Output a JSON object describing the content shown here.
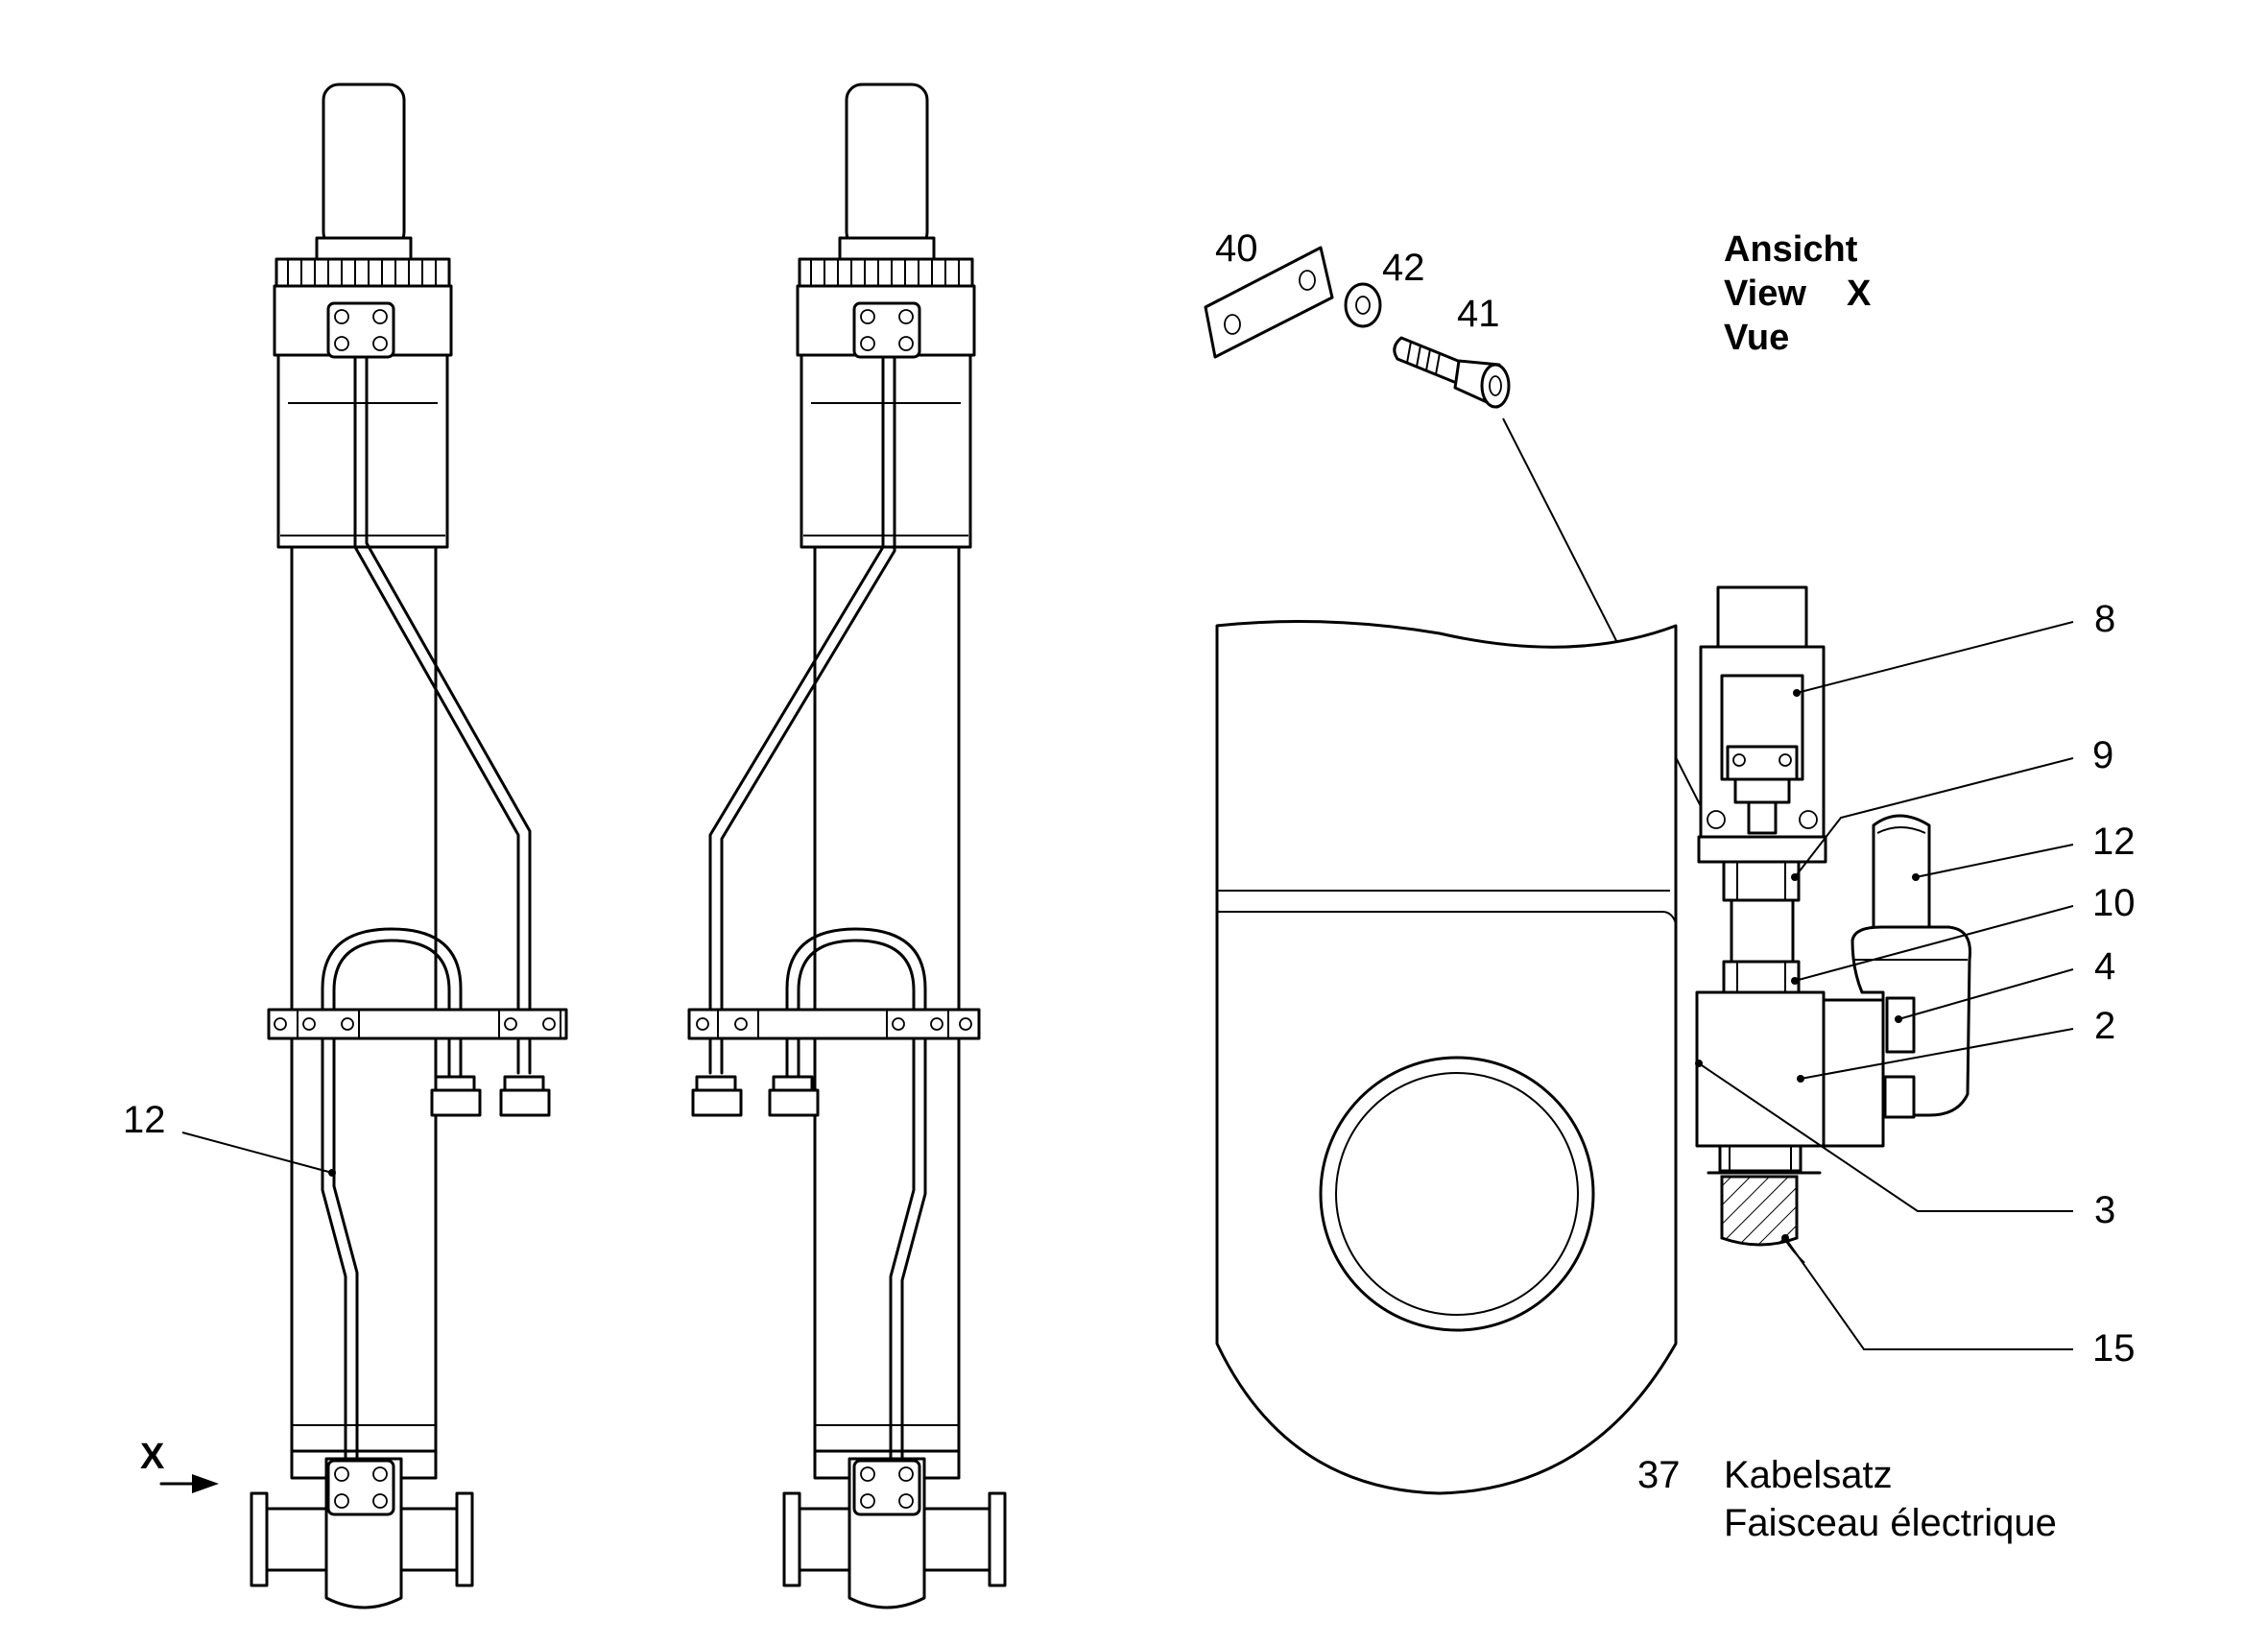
{
  "view_caption": {
    "line1": "Ansicht",
    "line2": "View",
    "line2_mark": "X",
    "line3": "Vue"
  },
  "view_arrow_label": "X",
  "callouts": [
    {
      "id": "left-cylinder-pipe",
      "label": "12"
    },
    {
      "id": "plate",
      "label": "40"
    },
    {
      "id": "washer",
      "label": "42"
    },
    {
      "id": "screw",
      "label": "41"
    },
    {
      "id": "switch",
      "label": "8"
    },
    {
      "id": "union-upper",
      "label": "9"
    },
    {
      "id": "pipe-detail",
      "label": "12"
    },
    {
      "id": "union-lower",
      "label": "10"
    },
    {
      "id": "clamp",
      "label": "4"
    },
    {
      "id": "block",
      "label": "2"
    },
    {
      "id": "bracket",
      "label": "3"
    },
    {
      "id": "cable-gland",
      "label": "15"
    }
  ],
  "note": {
    "number": "37",
    "line1": "Kabelsatz",
    "line2": "Faisceau électrique"
  }
}
